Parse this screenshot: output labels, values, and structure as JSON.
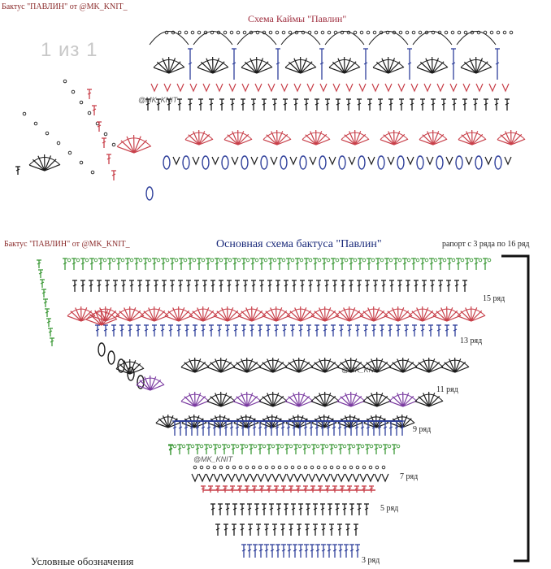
{
  "viewer": {
    "page_indicator": "1 из 1"
  },
  "border_chart": {
    "credit": "Бактус \"ПАВЛИН\"  от @MK_KNIT_",
    "title": "Схема   Каймы \"Павлин\"",
    "watermark": "@MK_KNIT"
  },
  "main_chart": {
    "credit": "Бактус \"ПАВЛИН\"  от @MK_KNIT_",
    "title": "Основная схема бактуса \"Павлин\"",
    "rapport_note": "рапорт с 3 ряда по 16 ряд",
    "watermarks": [
      "@MK_KNIT",
      "@MK_KNIT"
    ],
    "row_labels": [
      "15 ряд",
      "13 ряд",
      "11 ряд",
      "9 ряд",
      "7 ряд",
      "5 ряд",
      "3 ряд"
    ],
    "legend_heading": "Условные обозначения"
  },
  "colors": {
    "green": "#3f9a3a",
    "red": "#c8404a",
    "blue": "#2e3f9a",
    "black": "#1a1a1a",
    "purple": "#7a3aa0",
    "title_red": "#a03040",
    "title_blue": "#1a2a7a"
  }
}
